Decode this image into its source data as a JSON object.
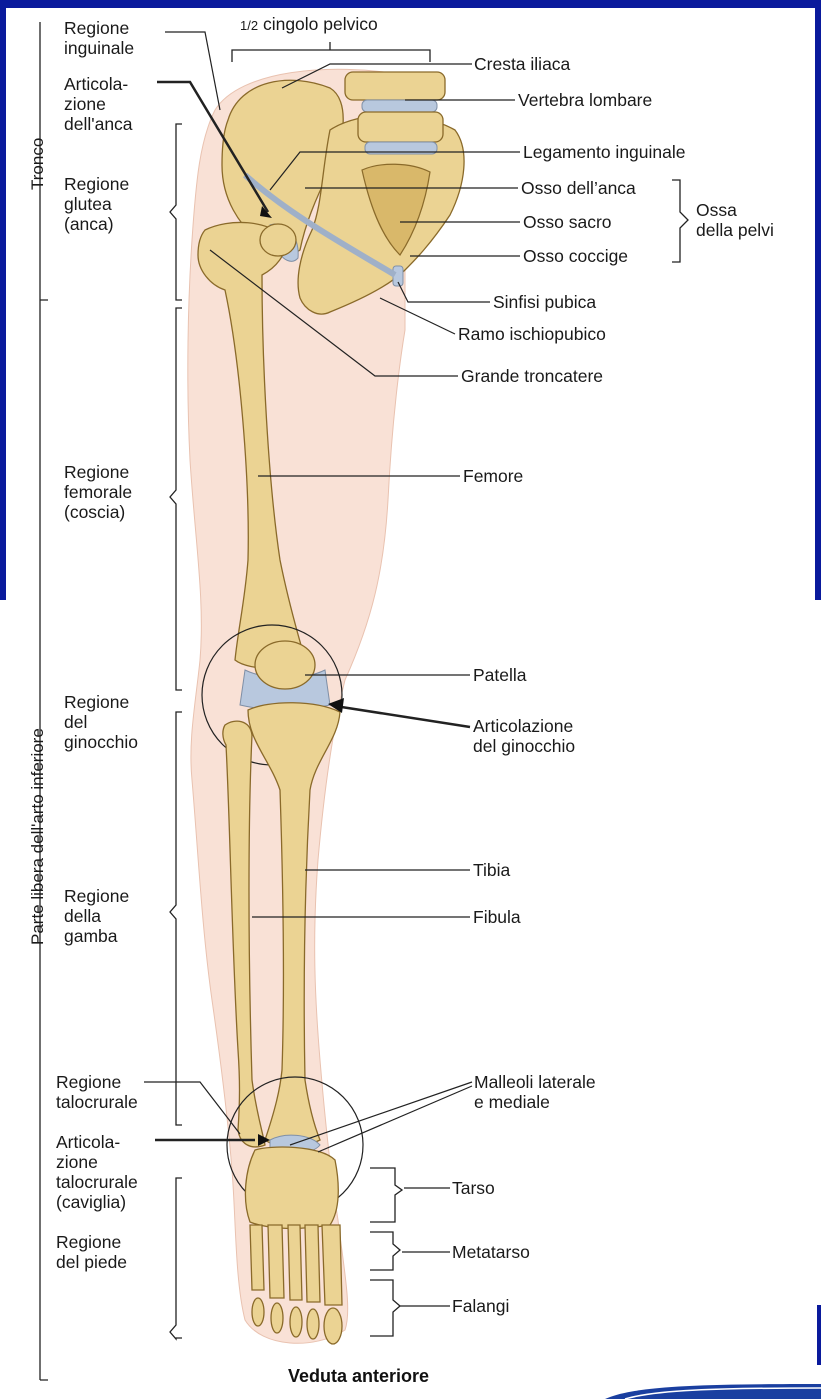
{
  "frame_color": "#0a1a9c",
  "skin_color": "#f9e1d6",
  "bone_color": "#ebd393",
  "cartilage_color": "#b8c8de",
  "caption": "Veduta anteriore",
  "side_labels": {
    "tronco": "Tronco",
    "parte_libera": "Parte libera dell'arto inferiore"
  },
  "top_bracket": {
    "fraction": "1/2",
    "text": "cingolo pelvico"
  },
  "left_labels": {
    "regione_inguinale": [
      "Regione",
      "inguinale"
    ],
    "articolazione_anca": [
      "Articola-",
      "zione",
      "dell'anca"
    ],
    "regione_glutea": [
      "Regione",
      "glutea",
      "(anca)"
    ],
    "regione_femorale": [
      "Regione",
      "femorale",
      "(coscia)"
    ],
    "regione_ginocchio": [
      "Regione",
      "del",
      "ginocchio"
    ],
    "regione_gamba": [
      "Regione",
      "della",
      "gamba"
    ],
    "regione_talocrurale": [
      "Regione",
      "talocrurale"
    ],
    "articolazione_talocrurale": [
      "Articola-",
      "zione",
      "talocrurale",
      "(caviglia)"
    ],
    "regione_piede": [
      "Regione",
      "del piede"
    ]
  },
  "right_labels": {
    "cresta_iliaca": "Cresta iliaca",
    "vertebra_lombare": "Vertebra lombare",
    "legamento_inguinale": "Legamento inguinale",
    "osso_anca": "Osso dell’anca",
    "osso_sacro": "Osso sacro",
    "osso_coccige": "Osso coccige",
    "ossa_pelvi": [
      "Ossa",
      "della pelvi"
    ],
    "sinfisi_pubica": "Sinfisi pubica",
    "ramo_ischiopubico": "Ramo ischiopubico",
    "grande_troncatere": "Grande troncatere",
    "femore": "Femore",
    "patella": "Patella",
    "articolazione_ginocchio": [
      "Articolazione",
      "del ginocchio"
    ],
    "tibia": "Tibia",
    "fibula": "Fibula",
    "malleoli": [
      "Malleoli laterale",
      "e mediale"
    ],
    "tarso": "Tarso",
    "metatarso": "Metatarso",
    "falangi": "Falangi"
  }
}
